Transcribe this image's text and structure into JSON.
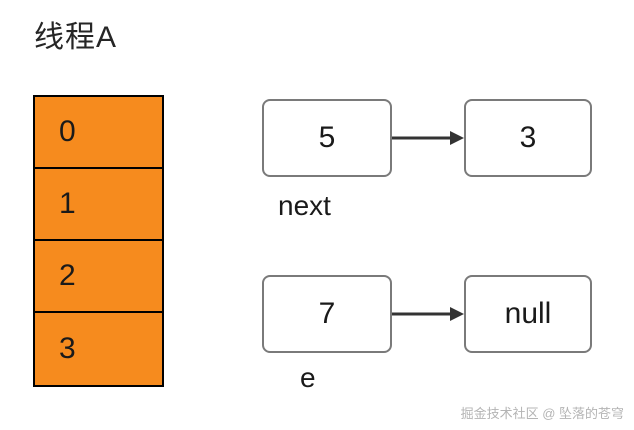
{
  "diagram": {
    "title": "线程A",
    "table": {
      "name": "hash-bucket-array",
      "cells": [
        "0",
        "1",
        "2",
        "3"
      ]
    },
    "nodes": {
      "row1": {
        "from": "5",
        "to": "3",
        "label": "next"
      },
      "row2": {
        "from": "7",
        "to": "null",
        "label": "e"
      }
    },
    "watermark": "掘金技术社区 @ 坠落的苍穹",
    "colors": {
      "cell_fill": "#f68b1e",
      "cell_border": "#000000",
      "node_border": "#7a7a7a",
      "text": "#1a1a1a",
      "watermark": "#b4b4b4"
    }
  }
}
